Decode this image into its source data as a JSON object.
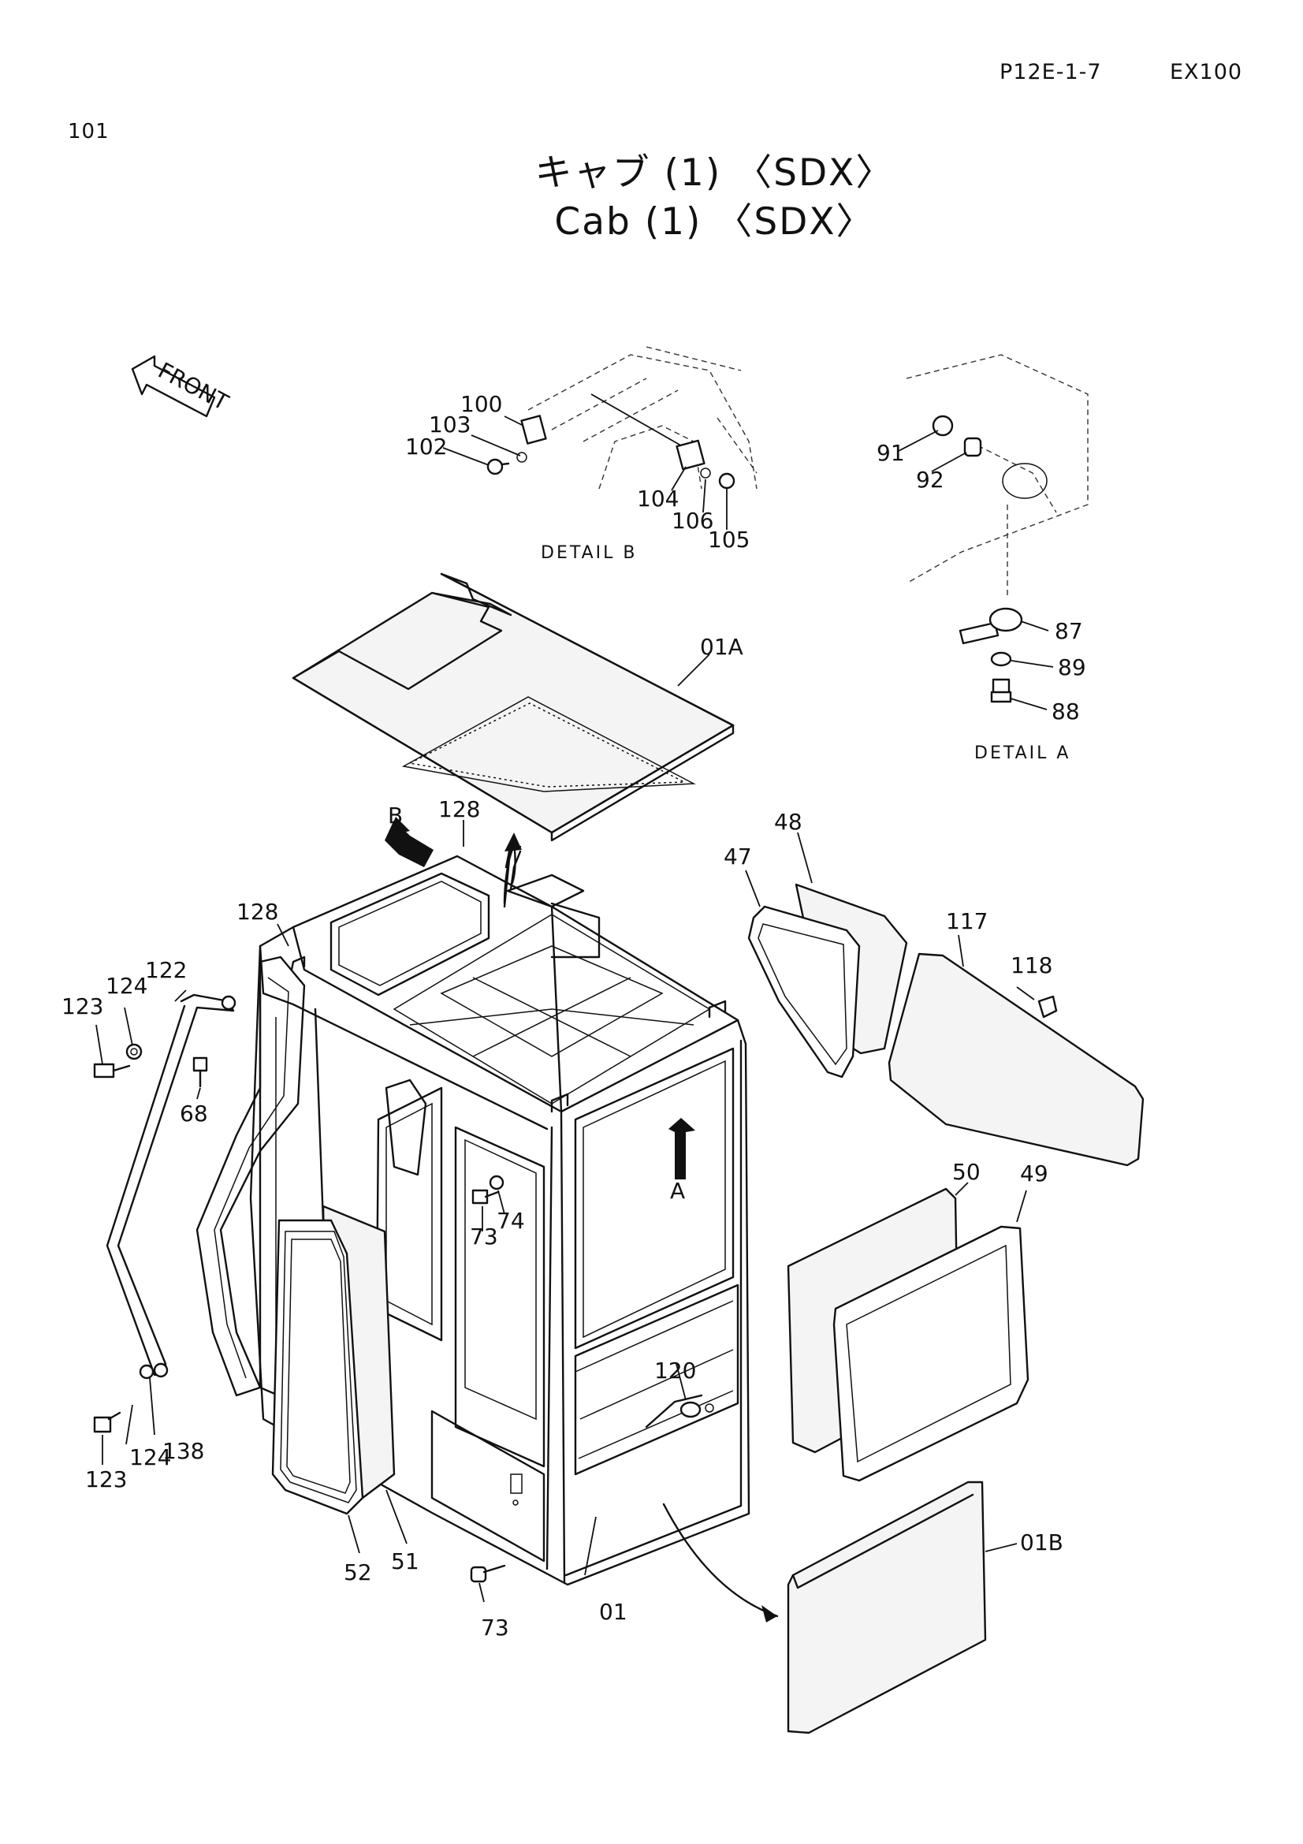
{
  "header": {
    "page_code": "P12E-1-7",
    "model": "EX100",
    "page_number": "101"
  },
  "title": {
    "japanese": "キャブ (1) 〈SDX〉",
    "english": "Cab (1) 〈SDX〉"
  },
  "front_arrow": "FRONT",
  "details": {
    "detail_b": "DETAIL B",
    "detail_a": "DETAIL A"
  },
  "view_markers": {
    "b": "B",
    "a": "A"
  },
  "callouts": {
    "c100": "100",
    "c103": "103",
    "c102": "102",
    "c104": "104",
    "c106": "106",
    "c105": "105",
    "c91": "91",
    "c92": "92",
    "c87": "87",
    "c89": "89",
    "c88": "88",
    "c01a": "01A",
    "c128_top": "128",
    "c128_left": "128",
    "c48": "48",
    "c47": "47",
    "c117": "117",
    "c118": "118",
    "c122": "122",
    "c124_top": "124",
    "c123_top": "123",
    "c68": "68",
    "c73_mid": "73",
    "c74": "74",
    "c50": "50",
    "c49": "49",
    "c120": "120",
    "c138": "138",
    "c124_bot": "124",
    "c123_bot": "123",
    "c52": "52",
    "c51": "51",
    "c73_bot": "73",
    "c01": "01",
    "c01b": "01B"
  }
}
